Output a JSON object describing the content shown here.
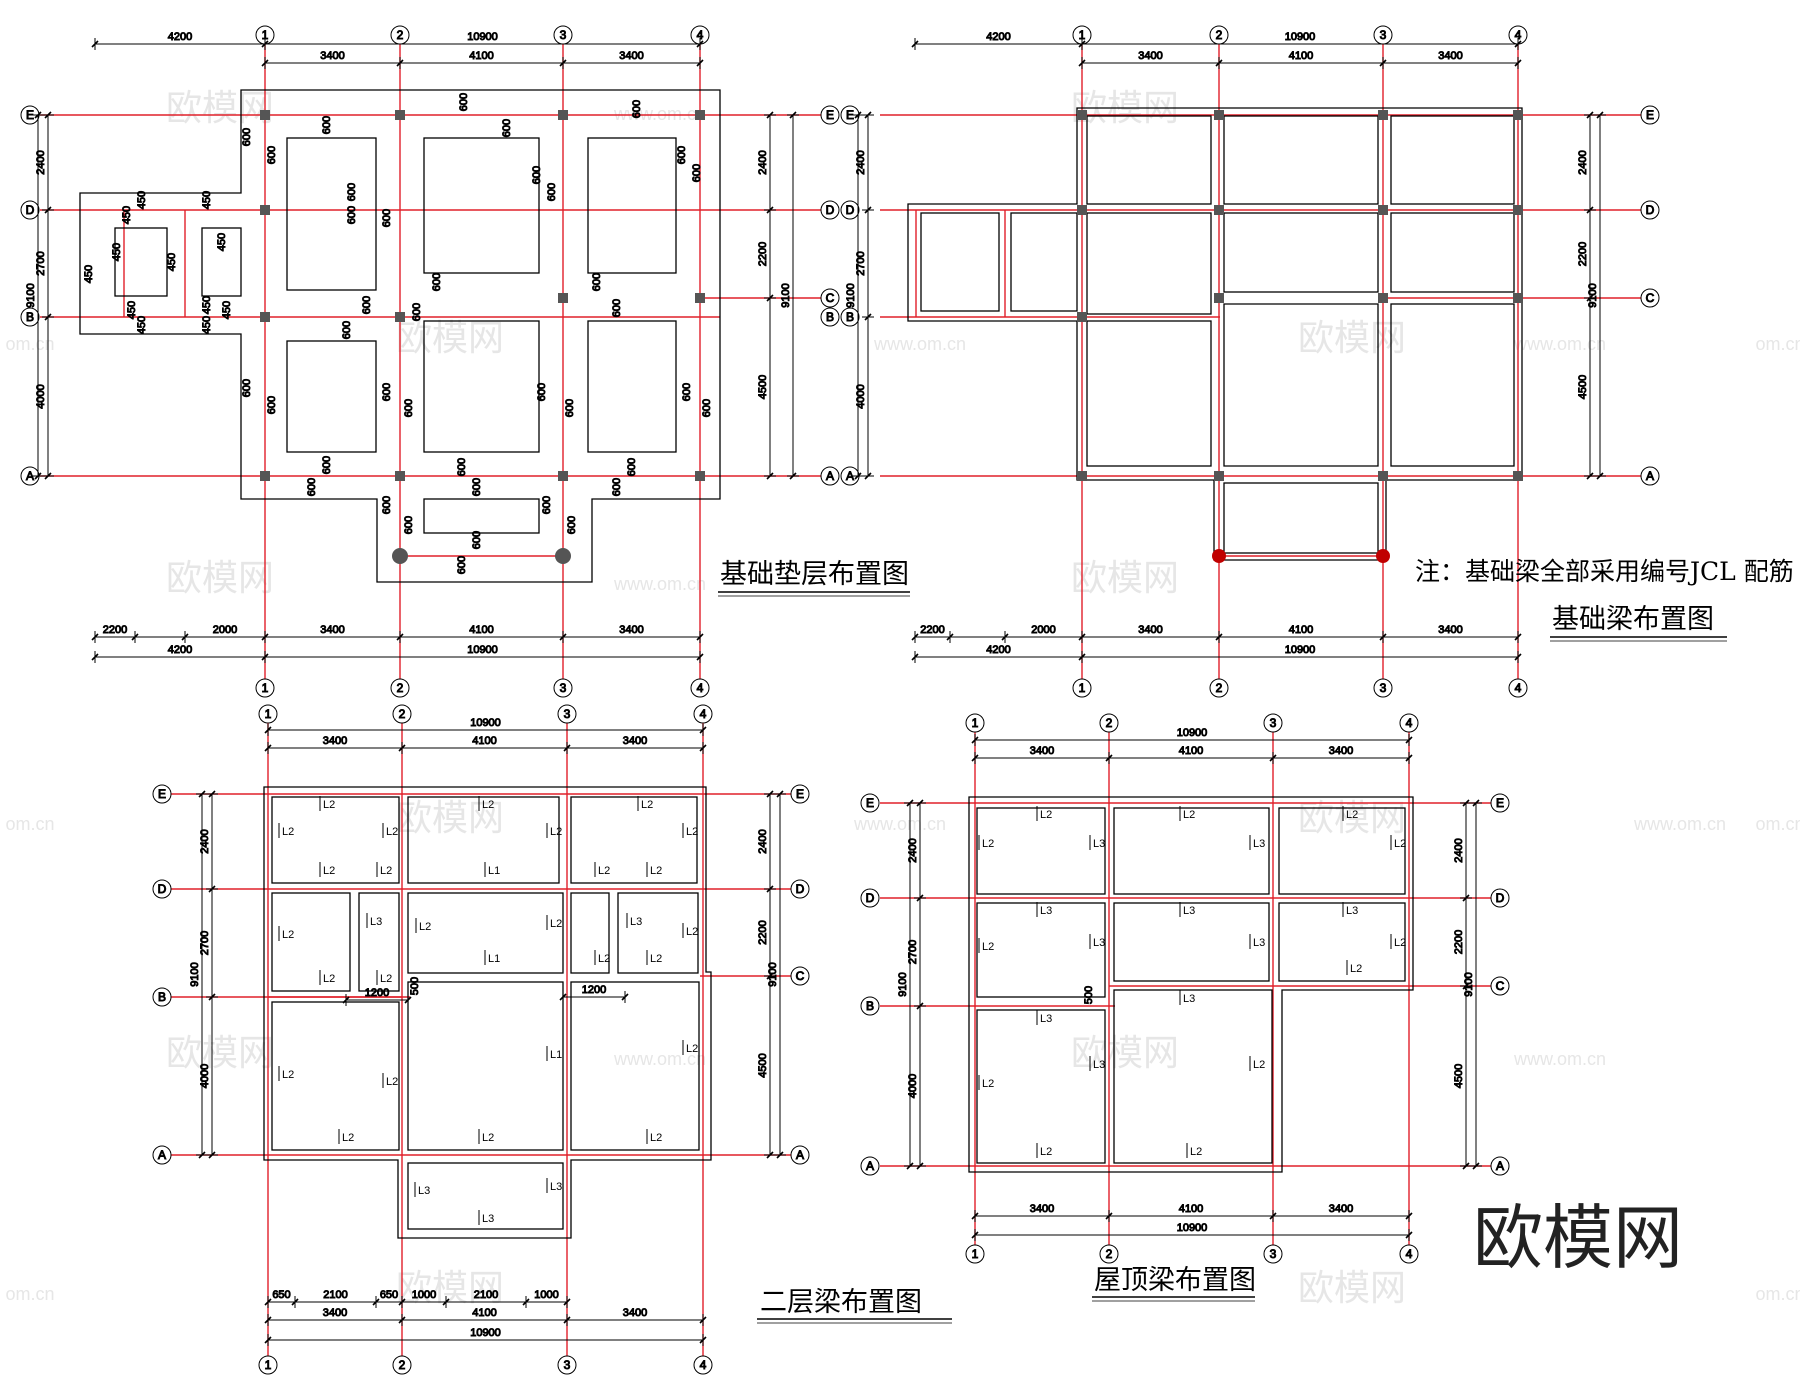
{
  "drawings": {
    "foundation_cushion": {
      "title": "基础垫层布置图"
    },
    "foundation_beam": {
      "title": "基础梁布置图",
      "note": "注：基础梁全部采用编号JCL 配筋"
    },
    "second_floor_beam": {
      "title": "二层梁布置图"
    },
    "roof_beam": {
      "title": "屋顶梁布置图"
    }
  },
  "axes": {
    "cols": [
      "1",
      "2",
      "3",
      "4"
    ],
    "rows": [
      "E",
      "D",
      "C",
      "B",
      "A"
    ]
  },
  "dims": {
    "total_x": "10900",
    "total_x_ext": "4200",
    "spans_x": [
      "3400",
      "4100",
      "3400"
    ],
    "ext_spans": [
      "2200",
      "2000"
    ],
    "total_y": "9100",
    "spans_y_right": [
      "2400",
      "2200",
      "4500"
    ],
    "spans_y_left": [
      "2400",
      "2700",
      "4000"
    ],
    "pad_600": "600",
    "pad_450": "450",
    "l2_bottom": [
      "650",
      "2100",
      "650",
      "1000",
      "2100",
      "1000"
    ],
    "offset_1200": "1200",
    "offset_500": "500"
  },
  "beam_marks": {
    "L1": "L1",
    "L2": "L2",
    "L3": "L3"
  },
  "watermark": {
    "brand": "欧模网",
    "url": "www.om.cn",
    "url_short": "om.cn"
  },
  "colors": {
    "axis_red": "#e0202a",
    "line": "#000000",
    "watermark": "#e6e6e6"
  }
}
